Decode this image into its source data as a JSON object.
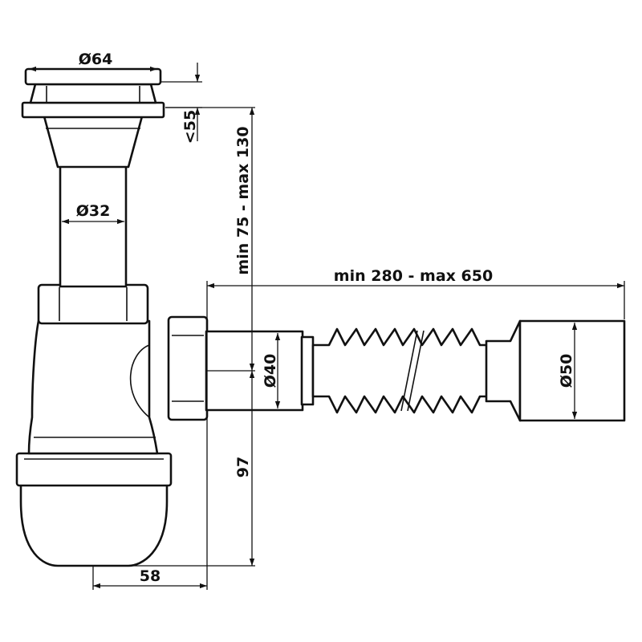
{
  "colors": {
    "line": "#111111",
    "background": "#ffffff"
  },
  "dimensions": {
    "grate_diameter": "Ø64",
    "grate_height": "<55",
    "inlet_pipe_diameter": "Ø32",
    "vertical_range": "min 75 - max 130",
    "hose_length_range": "min 280 - max 650",
    "outlet_connector_diameter": "Ø40",
    "hose_end_diameter": "Ø50",
    "outlet_height": "97",
    "bottle_offset": "58"
  }
}
